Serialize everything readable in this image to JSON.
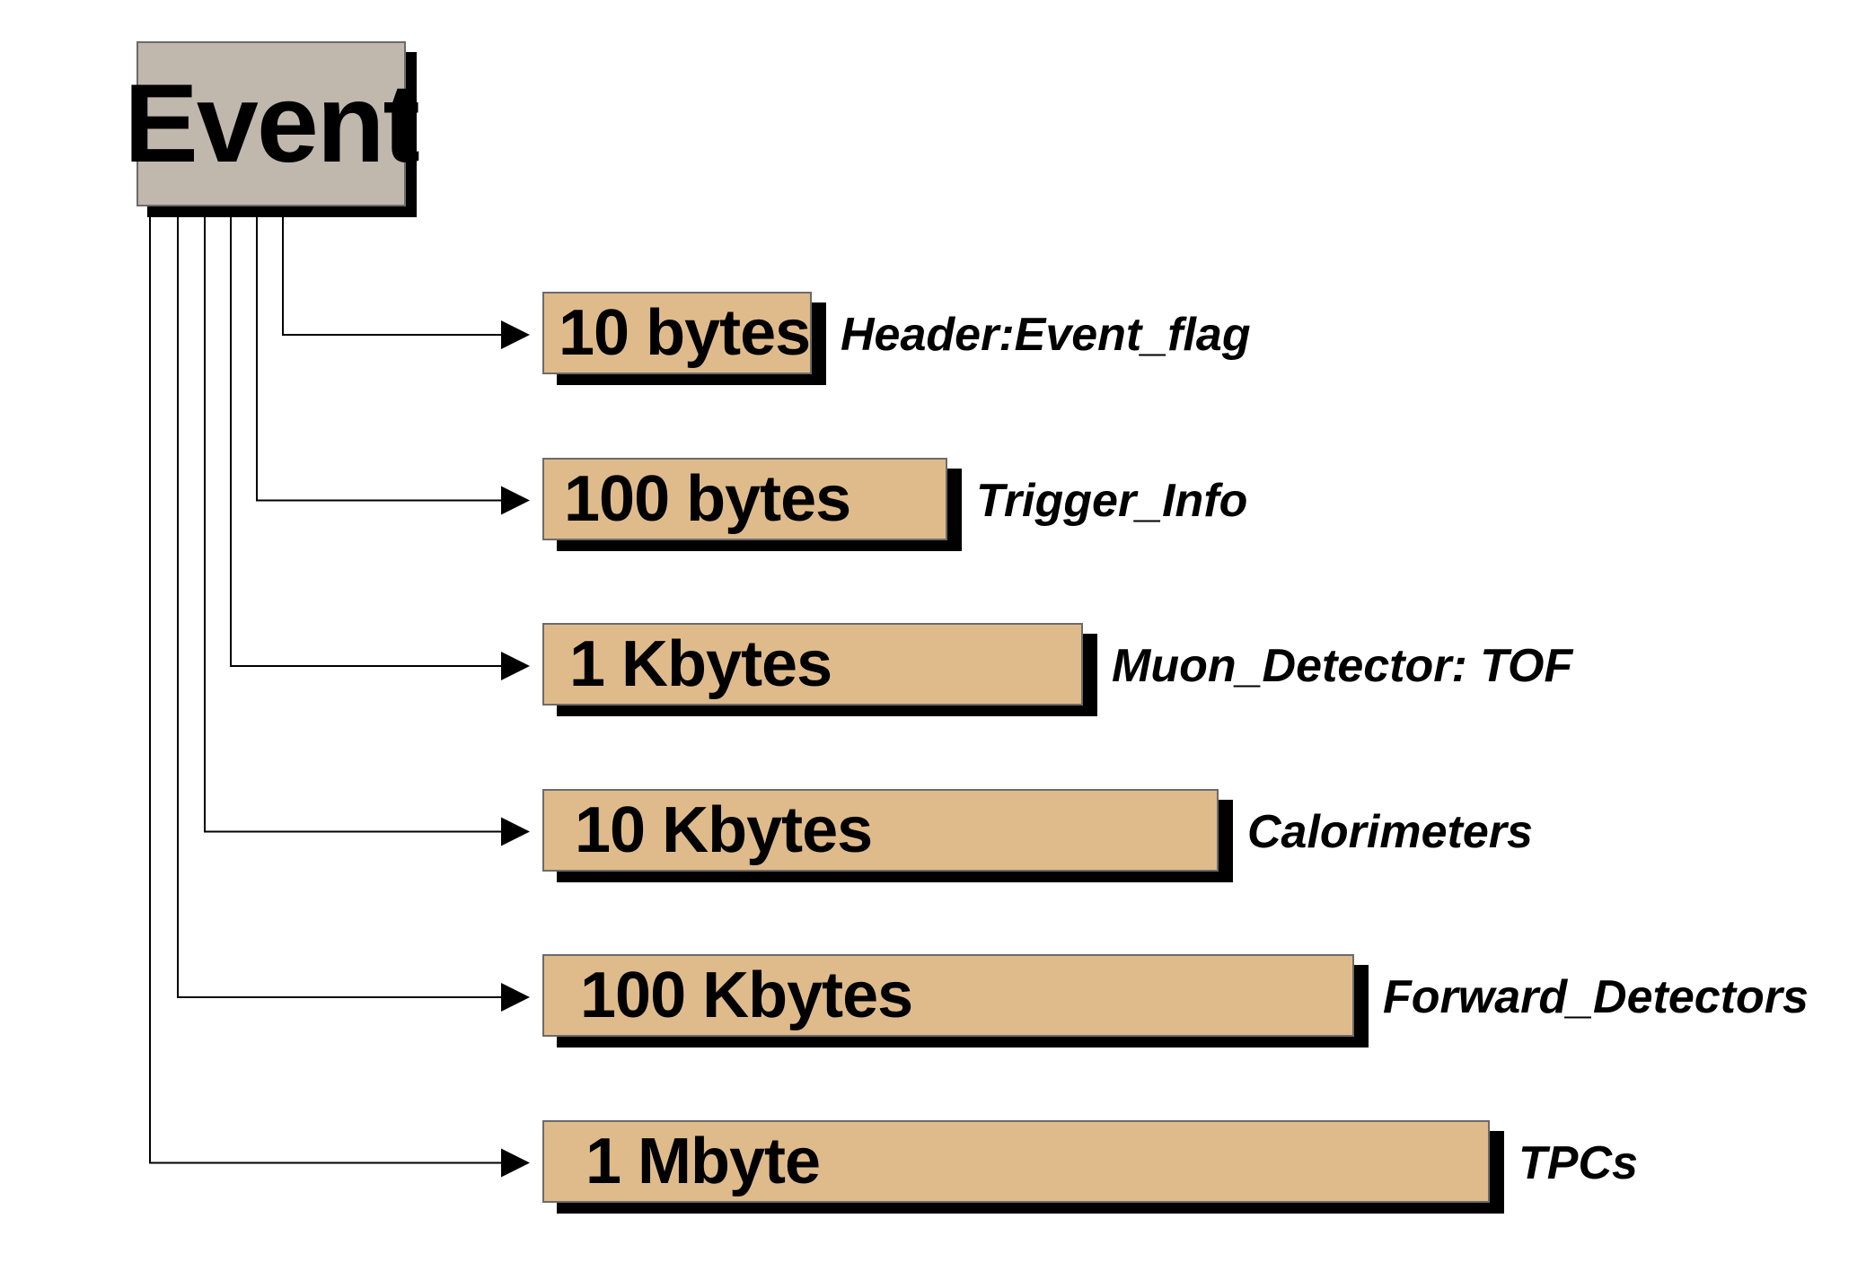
{
  "diagram": {
    "root": {
      "label": "Event",
      "fill": "#c0b7ad"
    },
    "box_fill": "#dfbb8c",
    "shadow_color": "#000000",
    "line_color": "#000000",
    "nodes": [
      {
        "size": "10 bytes",
        "component": "Header:Event_flag"
      },
      {
        "size": "100 bytes",
        "component": "Trigger_Info"
      },
      {
        "size": "1 Kbytes",
        "component": "Muon_Detector: TOF"
      },
      {
        "size": "10 Kbytes",
        "component": "Calorimeters"
      },
      {
        "size": "100 Kbytes",
        "component": "Forward_Detectors"
      },
      {
        "size": "1 Mbyte",
        "component": "TPCs"
      }
    ]
  }
}
